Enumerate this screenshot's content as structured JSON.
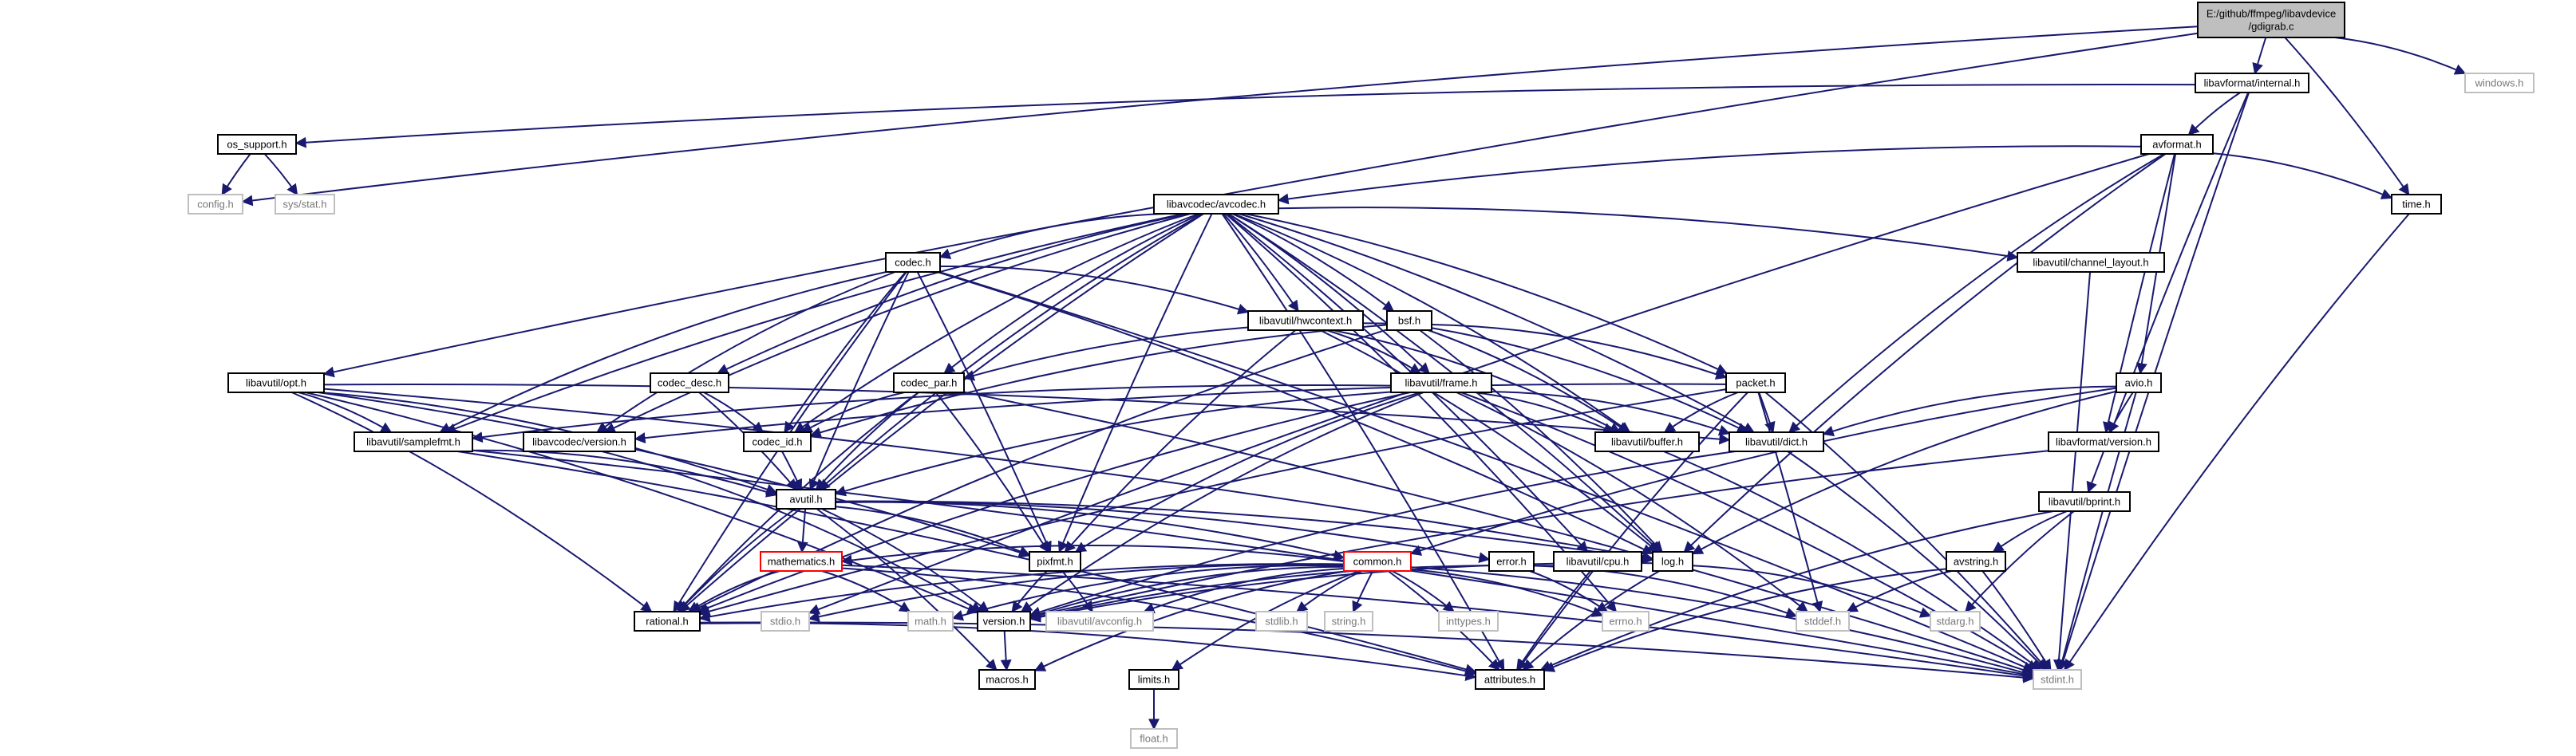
{
  "colors": {
    "edge": "#191970",
    "node_border": "#000000",
    "node_fill": "#ffffff",
    "root_fill": "#bfbfbf",
    "missing_border": "#bfbfbf",
    "missing_text": "#777777",
    "truncated_border": "#ff0000"
  },
  "nodes": [
    {
      "id": "root",
      "label": "E:/github/ffmpeg/libavdevice\n/gdigrab.c",
      "kind": "root"
    },
    {
      "id": "internal",
      "label": "libavformat/internal.h",
      "kind": "doc"
    },
    {
      "id": "windows",
      "label": "windows.h",
      "kind": "missing"
    },
    {
      "id": "os_support",
      "label": "os_support.h",
      "kind": "doc"
    },
    {
      "id": "config",
      "label": "config.h",
      "kind": "missing"
    },
    {
      "id": "sys_stat",
      "label": "sys/stat.h",
      "kind": "missing"
    },
    {
      "id": "avformat",
      "label": "avformat.h",
      "kind": "doc"
    },
    {
      "id": "avcodec",
      "label": "libavcodec/avcodec.h",
      "kind": "doc"
    },
    {
      "id": "time",
      "label": "time.h",
      "kind": "doc"
    },
    {
      "id": "codec",
      "label": "codec.h",
      "kind": "doc"
    },
    {
      "id": "channel_layout",
      "label": "libavutil/channel_layout.h",
      "kind": "doc"
    },
    {
      "id": "hwcontext",
      "label": "libavutil/hwcontext.h",
      "kind": "doc"
    },
    {
      "id": "bsf",
      "label": "bsf.h",
      "kind": "doc"
    },
    {
      "id": "opt",
      "label": "libavutil/opt.h",
      "kind": "doc"
    },
    {
      "id": "codec_desc",
      "label": "codec_desc.h",
      "kind": "doc"
    },
    {
      "id": "codec_par",
      "label": "codec_par.h",
      "kind": "doc"
    },
    {
      "id": "frame",
      "label": "libavutil/frame.h",
      "kind": "doc"
    },
    {
      "id": "packet",
      "label": "packet.h",
      "kind": "doc"
    },
    {
      "id": "avio",
      "label": "avio.h",
      "kind": "doc"
    },
    {
      "id": "samplefmt",
      "label": "libavutil/samplefmt.h",
      "kind": "doc"
    },
    {
      "id": "lavc_version",
      "label": "libavcodec/version.h",
      "kind": "doc"
    },
    {
      "id": "codec_id",
      "label": "codec_id.h",
      "kind": "doc"
    },
    {
      "id": "buffer",
      "label": "libavutil/buffer.h",
      "kind": "doc"
    },
    {
      "id": "dict",
      "label": "libavutil/dict.h",
      "kind": "doc"
    },
    {
      "id": "lavf_version",
      "label": "libavformat/version.h",
      "kind": "doc"
    },
    {
      "id": "avutil",
      "label": "avutil.h",
      "kind": "doc"
    },
    {
      "id": "bprint",
      "label": "libavutil/bprint.h",
      "kind": "doc"
    },
    {
      "id": "mathematics",
      "label": "mathematics.h",
      "kind": "truncated"
    },
    {
      "id": "pixfmt",
      "label": "pixfmt.h",
      "kind": "doc"
    },
    {
      "id": "common",
      "label": "common.h",
      "kind": "truncated"
    },
    {
      "id": "error",
      "label": "error.h",
      "kind": "doc"
    },
    {
      "id": "cpu",
      "label": "libavutil/cpu.h",
      "kind": "doc"
    },
    {
      "id": "log",
      "label": "log.h",
      "kind": "doc"
    },
    {
      "id": "avstring",
      "label": "avstring.h",
      "kind": "doc"
    },
    {
      "id": "rational",
      "label": "rational.h",
      "kind": "doc"
    },
    {
      "id": "stdio",
      "label": "stdio.h",
      "kind": "missing"
    },
    {
      "id": "math",
      "label": "math.h",
      "kind": "missing"
    },
    {
      "id": "version",
      "label": "version.h",
      "kind": "doc"
    },
    {
      "id": "avconfig",
      "label": "libavutil/avconfig.h",
      "kind": "missing"
    },
    {
      "id": "stdlib",
      "label": "stdlib.h",
      "kind": "missing"
    },
    {
      "id": "string",
      "label": "string.h",
      "kind": "missing"
    },
    {
      "id": "inttypes",
      "label": "inttypes.h",
      "kind": "missing"
    },
    {
      "id": "errno",
      "label": "errno.h",
      "kind": "missing"
    },
    {
      "id": "stddef",
      "label": "stddef.h",
      "kind": "missing"
    },
    {
      "id": "stdarg",
      "label": "stdarg.h",
      "kind": "missing"
    },
    {
      "id": "macros",
      "label": "macros.h",
      "kind": "doc"
    },
    {
      "id": "attributes",
      "label": "attributes.h",
      "kind": "doc"
    },
    {
      "id": "limits",
      "label": "limits.h",
      "kind": "doc"
    },
    {
      "id": "stdint",
      "label": "stdint.h",
      "kind": "missing"
    },
    {
      "id": "float",
      "label": "float.h",
      "kind": "missing"
    }
  ],
  "edges": [
    [
      "root",
      "internal"
    ],
    [
      "root",
      "windows"
    ],
    [
      "root",
      "time"
    ],
    [
      "root",
      "opt"
    ],
    [
      "root",
      "config"
    ],
    [
      "internal",
      "os_support"
    ],
    [
      "internal",
      "avformat"
    ],
    [
      "internal",
      "bprint"
    ],
    [
      "internal",
      "stdint"
    ],
    [
      "os_support",
      "config"
    ],
    [
      "os_support",
      "sys_stat"
    ],
    [
      "avformat",
      "avcodec"
    ],
    [
      "avformat",
      "time"
    ],
    [
      "avformat",
      "avio"
    ],
    [
      "avformat",
      "lavf_version"
    ],
    [
      "avformat",
      "dict"
    ],
    [
      "avformat",
      "log"
    ],
    [
      "avformat",
      "stdio"
    ],
    [
      "time",
      "stdint"
    ],
    [
      "avcodec",
      "codec"
    ],
    [
      "avcodec",
      "channel_layout"
    ],
    [
      "avcodec",
      "hwcontext"
    ],
    [
      "avcodec",
      "bsf"
    ],
    [
      "avcodec",
      "codec_desc"
    ],
    [
      "avcodec",
      "codec_par"
    ],
    [
      "avcodec",
      "frame"
    ],
    [
      "avcodec",
      "packet"
    ],
    [
      "avcodec",
      "samplefmt"
    ],
    [
      "avcodec",
      "lavc_version"
    ],
    [
      "avcodec",
      "codec_id"
    ],
    [
      "avcodec",
      "buffer"
    ],
    [
      "avcodec",
      "dict"
    ],
    [
      "avcodec",
      "avutil"
    ],
    [
      "avcodec",
      "pixfmt"
    ],
    [
      "avcodec",
      "log"
    ],
    [
      "avcodec",
      "rational"
    ],
    [
      "avcodec",
      "attributes"
    ],
    [
      "avcodec",
      "cpu"
    ],
    [
      "avcodec",
      "errno"
    ],
    [
      "channel_layout",
      "stdint"
    ],
    [
      "codec",
      "hwcontext"
    ],
    [
      "codec",
      "samplefmt"
    ],
    [
      "codec",
      "lavc_version"
    ],
    [
      "codec",
      "codec_id"
    ],
    [
      "codec",
      "avutil"
    ],
    [
      "codec",
      "pixfmt"
    ],
    [
      "codec",
      "log"
    ],
    [
      "codec",
      "rational"
    ],
    [
      "codec",
      "stdint"
    ],
    [
      "hwcontext",
      "frame"
    ],
    [
      "hwcontext",
      "buffer"
    ],
    [
      "hwcontext",
      "pixfmt"
    ],
    [
      "hwcontext",
      "log"
    ],
    [
      "bsf",
      "codec_par"
    ],
    [
      "bsf",
      "codec_id"
    ],
    [
      "bsf",
      "packet"
    ],
    [
      "bsf",
      "dict"
    ],
    [
      "bsf",
      "log"
    ],
    [
      "bsf",
      "rational"
    ],
    [
      "bsf",
      "buffer"
    ],
    [
      "opt",
      "samplefmt"
    ],
    [
      "opt",
      "avutil"
    ],
    [
      "opt",
      "dict"
    ],
    [
      "opt",
      "log"
    ],
    [
      "opt",
      "pixfmt"
    ],
    [
      "opt",
      "rational"
    ],
    [
      "opt",
      "version"
    ],
    [
      "codec_desc",
      "codec_id"
    ],
    [
      "codec_desc",
      "avutil"
    ],
    [
      "codec_par",
      "codec_id"
    ],
    [
      "codec_par",
      "avutil"
    ],
    [
      "codec_par",
      "pixfmt"
    ],
    [
      "codec_par",
      "rational"
    ],
    [
      "codec_par",
      "stdint"
    ],
    [
      "frame",
      "samplefmt"
    ],
    [
      "frame",
      "avutil"
    ],
    [
      "frame",
      "buffer"
    ],
    [
      "frame",
      "dict"
    ],
    [
      "frame",
      "pixfmt"
    ],
    [
      "frame",
      "rational"
    ],
    [
      "frame",
      "version"
    ],
    [
      "frame",
      "stdint"
    ],
    [
      "frame",
      "stddef"
    ],
    [
      "packet",
      "lavc_version"
    ],
    [
      "packet",
      "buffer"
    ],
    [
      "packet",
      "dict"
    ],
    [
      "packet",
      "rational"
    ],
    [
      "packet",
      "attributes"
    ],
    [
      "packet",
      "stddef"
    ],
    [
      "packet",
      "stdint"
    ],
    [
      "avio",
      "dict"
    ],
    [
      "avio",
      "lavf_version"
    ],
    [
      "avio",
      "log"
    ],
    [
      "avio",
      "common"
    ],
    [
      "avio",
      "stdint"
    ],
    [
      "samplefmt",
      "avutil"
    ],
    [
      "samplefmt",
      "attributes"
    ],
    [
      "samplefmt",
      "stdint"
    ],
    [
      "lavc_version",
      "version"
    ],
    [
      "codec_id",
      "avutil"
    ],
    [
      "buffer",
      "stdint"
    ],
    [
      "dict",
      "stdint"
    ],
    [
      "dict",
      "version"
    ],
    [
      "lavf_version",
      "version"
    ],
    [
      "avutil",
      "mathematics"
    ],
    [
      "avutil",
      "pixfmt"
    ],
    [
      "avutil",
      "common"
    ],
    [
      "avutil",
      "error"
    ],
    [
      "avutil",
      "log"
    ],
    [
      "avutil",
      "rational"
    ],
    [
      "avutil",
      "version"
    ],
    [
      "avutil",
      "macros"
    ],
    [
      "bprint",
      "avstring"
    ],
    [
      "bprint",
      "attributes"
    ],
    [
      "bprint",
      "stdarg"
    ],
    [
      "mathematics",
      "rational"
    ],
    [
      "mathematics",
      "math"
    ],
    [
      "mathematics",
      "attributes"
    ],
    [
      "mathematics",
      "stdint"
    ],
    [
      "pixfmt",
      "version"
    ],
    [
      "pixfmt",
      "avconfig"
    ],
    [
      "common",
      "attributes"
    ],
    [
      "common",
      "macros"
    ],
    [
      "common",
      "version"
    ],
    [
      "common",
      "math"
    ],
    [
      "common",
      "stdio"
    ],
    [
      "common",
      "stdlib"
    ],
    [
      "common",
      "string"
    ],
    [
      "common",
      "inttypes"
    ],
    [
      "common",
      "errno"
    ],
    [
      "common",
      "limits"
    ],
    [
      "common",
      "stdint"
    ],
    [
      "common",
      "avconfig"
    ],
    [
      "common",
      "rational"
    ],
    [
      "common",
      "mathematics"
    ],
    [
      "error",
      "errno"
    ],
    [
      "error",
      "stddef"
    ],
    [
      "cpu",
      "attributes"
    ],
    [
      "cpu",
      "version"
    ],
    [
      "log",
      "attributes"
    ],
    [
      "log",
      "version"
    ],
    [
      "log",
      "stdarg"
    ],
    [
      "avstring",
      "attributes"
    ],
    [
      "avstring",
      "stddef"
    ],
    [
      "avstring",
      "stdint"
    ],
    [
      "rational",
      "attributes"
    ],
    [
      "rational",
      "stdint"
    ],
    [
      "version",
      "macros"
    ],
    [
      "limits",
      "float"
    ]
  ]
}
